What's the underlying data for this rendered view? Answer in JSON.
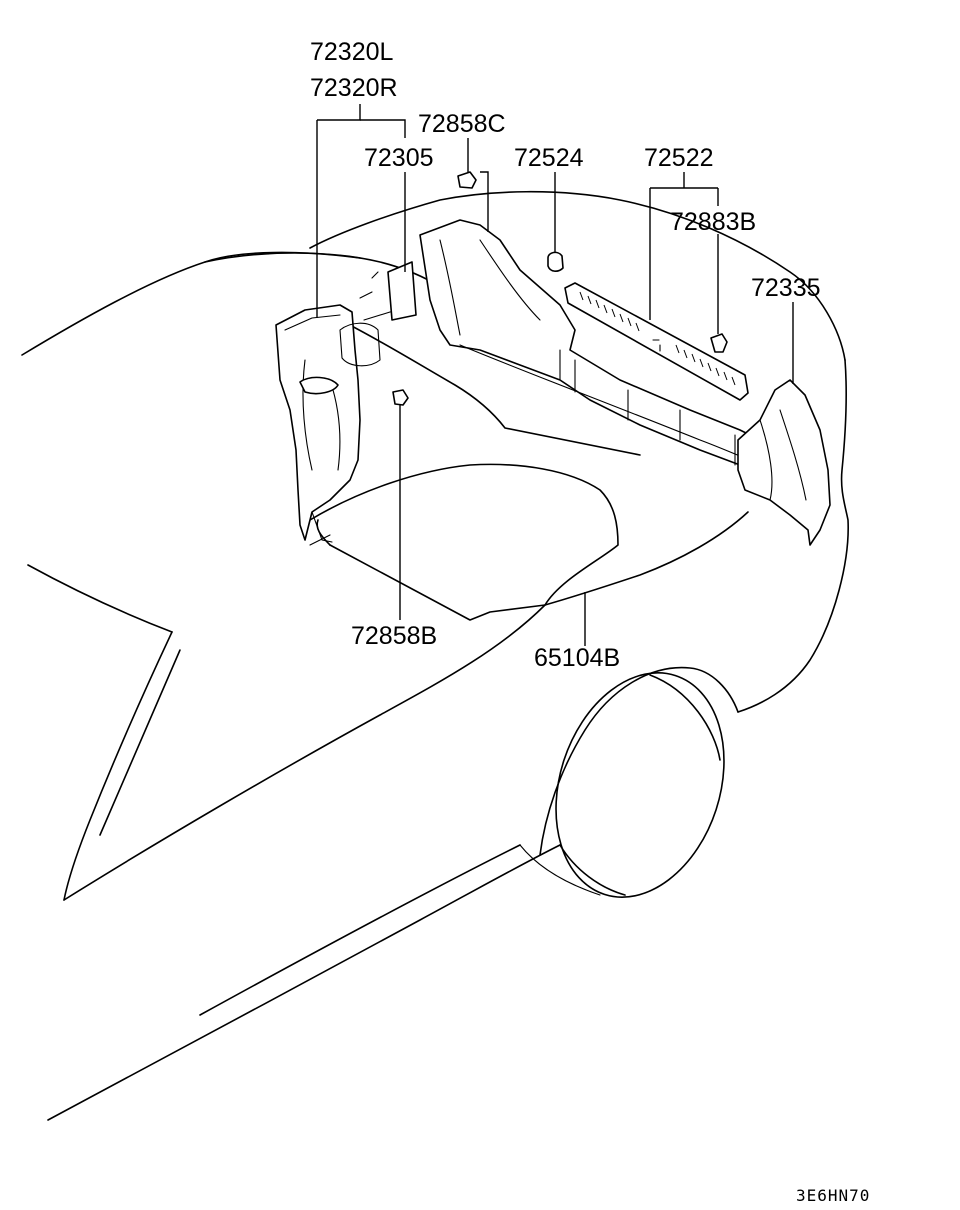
{
  "diagram": {
    "part_labels": {
      "p72320L": "72320L",
      "p72320R": "72320R",
      "p72858C": "72858C",
      "p72305": "72305",
      "p72524": "72524",
      "p72522": "72522",
      "p72883B": "72883B",
      "p72335": "72335",
      "p72858B": "72858B",
      "p65104B": "65104B"
    },
    "drawing_code": "3E6HN70"
  }
}
